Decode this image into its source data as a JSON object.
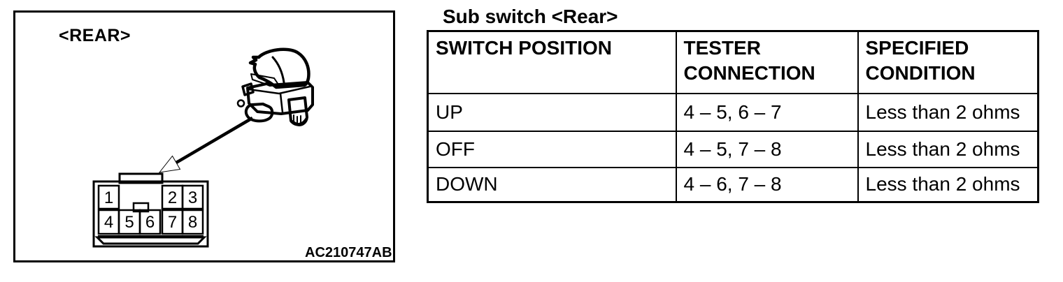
{
  "figure": {
    "view_label": "<REAR>",
    "figure_code": "AC210747AB",
    "connector": {
      "pins_top": [
        "1",
        "2",
        "3"
      ],
      "pins_bottom": [
        "4",
        "5",
        "6",
        "7",
        "8"
      ]
    }
  },
  "table": {
    "title": "Sub switch <Rear>",
    "headers": [
      "SWITCH POSITION",
      "TESTER CONNECTION",
      "SPECIFIED CONDITION"
    ],
    "rows": [
      [
        "UP",
        "4 – 5, 6 – 7",
        "Less than 2 ohms"
      ],
      [
        "OFF",
        "4 – 5, 7 – 8",
        "Less than 2 ohms"
      ],
      [
        "DOWN",
        "4 – 6, 7 – 8",
        "Less than 2 ohms"
      ]
    ]
  },
  "colors": {
    "ink": "#000000",
    "paper": "#ffffff"
  }
}
